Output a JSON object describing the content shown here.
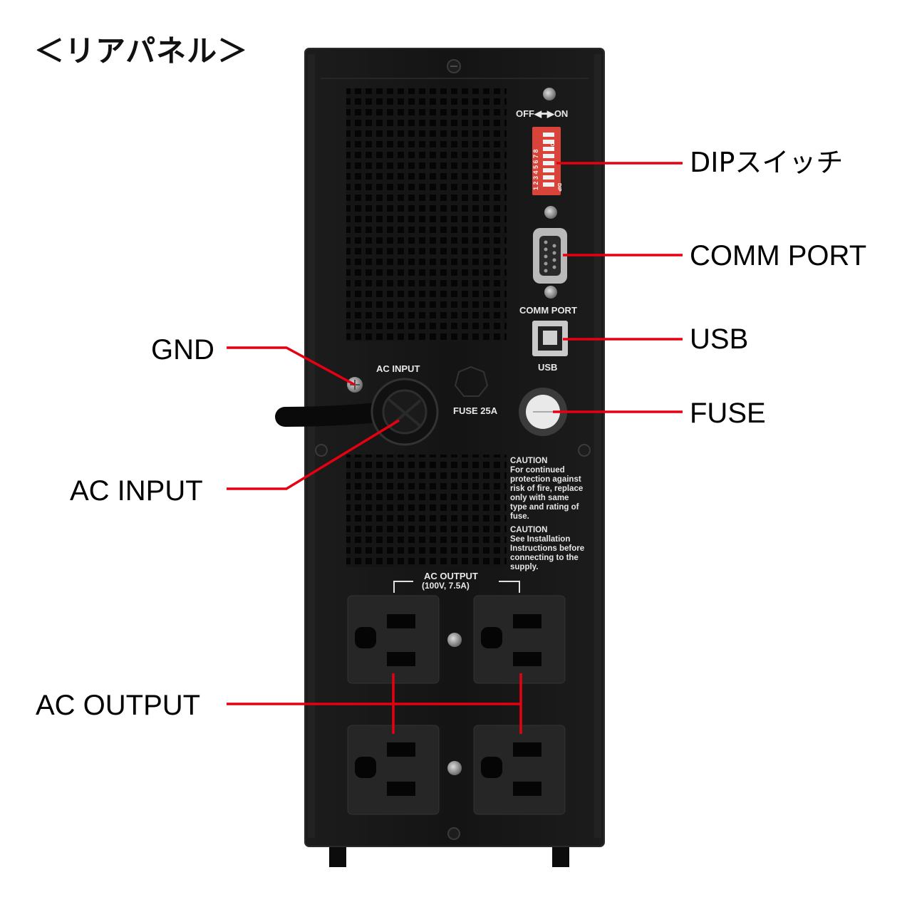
{
  "page_title": "＜リアパネル＞",
  "callouts": {
    "dip_switch": "DIPスイッチ",
    "comm_port": "COMM PORT",
    "usb": "USB",
    "fuse": "FUSE",
    "gnd": "GND",
    "ac_input": "AC INPUT",
    "ac_output": "AC OUTPUT"
  },
  "panel_labels": {
    "dip_off_on": "OFF◀━▶ON",
    "dip_numbers": "1 2 3 4 5 6 7 8",
    "dip_on": "ON",
    "dip_dip": "DIP",
    "comm_port": "COMM PORT",
    "usb": "USB",
    "ac_input": "AC INPUT",
    "fuse": "FUSE 25A",
    "ac_output_line1": "AC OUTPUT",
    "ac_output_line2": "(100V, 7.5A)"
  },
  "caution_text": {
    "block1": [
      "CAUTION",
      "For continued",
      "protection against",
      "risk of fire, replace",
      "only with same",
      "type and rating of",
      "fuse."
    ],
    "block2": [
      "CAUTION",
      "See Installation",
      "Instructions before",
      "connecting to the",
      "supply."
    ]
  },
  "colors": {
    "callout_line": "#e60012",
    "panel_body": "#151515",
    "panel_edge": "#2a2a2a",
    "outlet": "#2a2a2a",
    "dip_switch": "#d8443a"
  }
}
